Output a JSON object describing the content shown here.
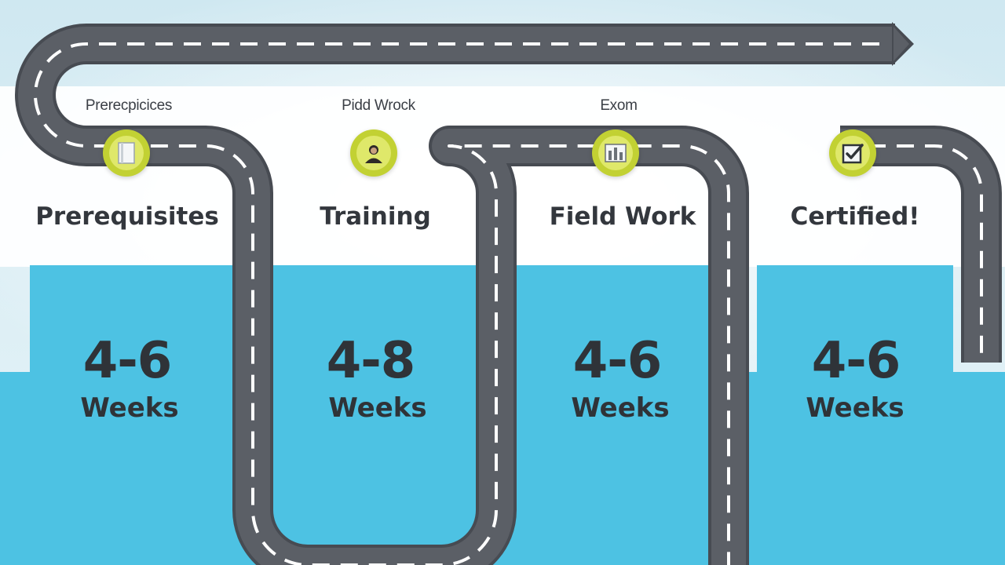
{
  "colors": {
    "sky": "#d6ecf3",
    "panel": "#4dc2e3",
    "road": "#5b5f66",
    "road_edge": "#474b52",
    "lane": "#ffffff",
    "milestone": "#c2d133"
  },
  "stages": [
    {
      "small_label": "Prerecpicices",
      "title": "Prerequisites",
      "range": "4-6",
      "unit": "Weeks",
      "icon": "book-icon"
    },
    {
      "small_label": "Pidd Wrock",
      "title": "Training",
      "range": "4-8",
      "unit": "Weeks",
      "icon": "person-icon"
    },
    {
      "small_label": "Exom",
      "title": "Field Work",
      "range": "4-6",
      "unit": "Weeks",
      "icon": "chart-icon"
    },
    {
      "small_label": "",
      "title": "Certified!",
      "range": "4-6",
      "unit": "Weeks",
      "icon": "checkbox-icon"
    }
  ]
}
